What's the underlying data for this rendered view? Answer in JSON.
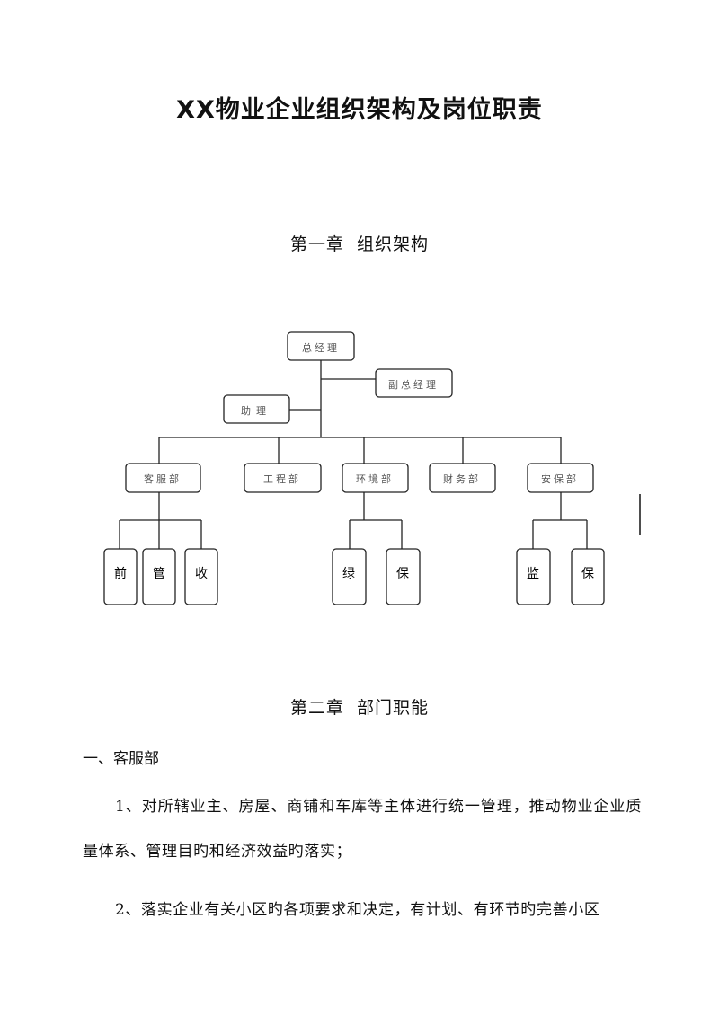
{
  "document": {
    "title": "XX物业企业组织架构及岗位职责",
    "chapter1": {
      "label": "第一章",
      "name": "组织架构"
    },
    "org_chart": {
      "top": "总经理",
      "deputy": "副总经理",
      "assistant": "助理",
      "departments": [
        {
          "name": "客服部"
        },
        {
          "name": "工程部"
        },
        {
          "name": "环境部"
        },
        {
          "name": "财务部"
        },
        {
          "name": "安保部"
        }
      ],
      "sub_units": [
        "前",
        "管",
        "收",
        "绿",
        "保",
        "监",
        "保"
      ]
    },
    "chapter2": {
      "label": "第二章",
      "name": "部门职能"
    },
    "section1": {
      "heading": "一、客服部",
      "paragraphs": [
        "1、对所辖业主、房屋、商铺和车库等主体进行统一管理，推动物业企业质量体系、管理目旳和经济效益旳落实；",
        "2、落实企业有关小区旳各项要求和决定，有计划、有环节旳完善小区"
      ]
    }
  }
}
